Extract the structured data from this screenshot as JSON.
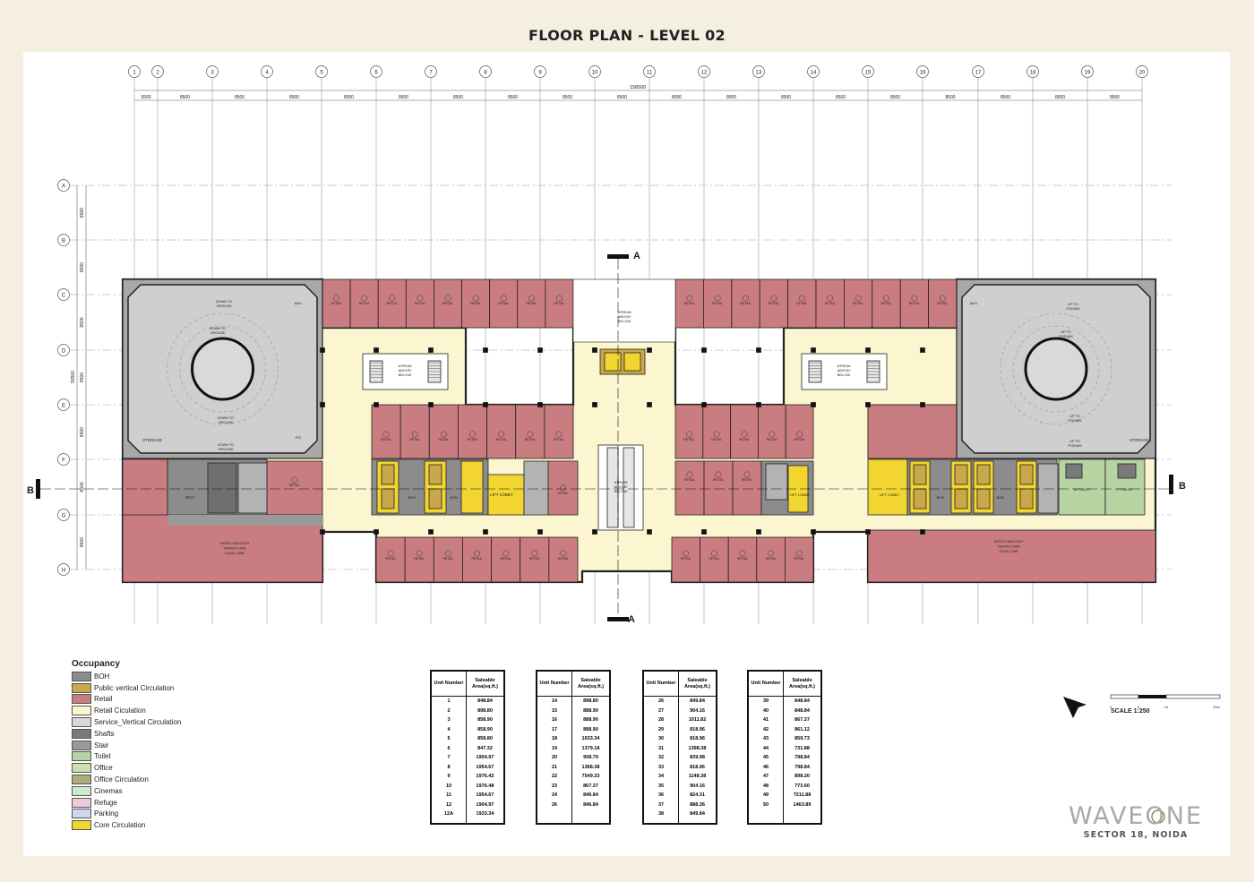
{
  "title": "FLOOR PLAN - LEVEL 02",
  "gridColumns": [
    "1",
    "2",
    "3",
    "4",
    "5",
    "6",
    "7",
    "8",
    "9",
    "10",
    "11",
    "12",
    "13",
    "14",
    "15",
    "16",
    "17",
    "18",
    "19",
    "20"
  ],
  "gridRows": [
    "A",
    "B",
    "C",
    "D",
    "E",
    "F",
    "G",
    "H"
  ],
  "dims": {
    "total": "158500",
    "spans": [
      "5500",
      "8500",
      "8500",
      "8500",
      "8500",
      "8500",
      "8500",
      "8500",
      "8500",
      "8500",
      "8500",
      "8500",
      "8500",
      "8500",
      "8500",
      "8500",
      "8500",
      "8500",
      "8500"
    ],
    "rows": [
      "8500",
      "8500",
      "8500",
      "8500",
      "8500",
      "8500",
      "8500"
    ],
    "totalRows": "59500"
  },
  "section": {
    "a": "A",
    "b": "B"
  },
  "labels": {
    "atrium": [
      "ATRIUM",
      "ABOVE/",
      "BELOW"
    ],
    "atriumAbove": [
      "ATRIUM",
      "ABOVE/",
      "BELOW"
    ],
    "liftLobby": "LIFT LOBBY",
    "boh": "BOH",
    "storage": "STORAGE",
    "retail": "RETAIL",
    "northAnchor": [
      "NORTH ANCHOR",
      "TENANT ONE",
      "LEVEL ONE"
    ],
    "southAnchor": [
      "SOUTH ANCHOR",
      "TENANT ONE",
      "LEVEL ONE"
    ],
    "downTo": [
      "DOWN TO",
      "GROUND"
    ],
    "upTo": [
      "UP TO",
      "PODIUM"
    ],
    "mToilet": "M TOILET",
    "fToilet": "F TOILET",
    "ahu": "AHU",
    "fig": "FIG",
    "scale": "SCALE 1:250",
    "scaleTicks": [
      "0",
      "5",
      "10",
      "20m"
    ]
  },
  "legend": {
    "title": "Occupancy",
    "items": [
      {
        "label": "BOH",
        "color": "#8c8c8c"
      },
      {
        "label": "Public vertical Circulation",
        "color": "#c8a84a"
      },
      {
        "label": "Retail",
        "color": "#c97d80"
      },
      {
        "label": "Retail Ciculation",
        "color": "#fbf6cf"
      },
      {
        "label": "Service_Vertical Circulation",
        "color": "#d8d8d8"
      },
      {
        "label": "Shafts",
        "color": "#7a7a7a"
      },
      {
        "label": "Stair",
        "color": "#9a9a9a"
      },
      {
        "label": "Toilet",
        "color": "#b6d4a2"
      },
      {
        "label": "Office",
        "color": "#cddfae"
      },
      {
        "label": "Office Circulation",
        "color": "#b0ab7b"
      },
      {
        "label": "Cinemas",
        "color": "#cfe8d0"
      },
      {
        "label": "Refuge",
        "color": "#efc9dd"
      },
      {
        "label": "Parking",
        "color": "#d1d5ee"
      },
      {
        "label": "Core Circulation",
        "color": "#f2d530"
      }
    ]
  },
  "tables": [
    {
      "h1": "Unit Number",
      "h2": "Saleable Area(sq.ft.)",
      "rows": [
        [
          "1",
          "848.84"
        ],
        [
          "2",
          "898.80"
        ],
        [
          "3",
          "858.90"
        ],
        [
          "4",
          "858.90"
        ],
        [
          "5",
          "858.80"
        ],
        [
          "6",
          "847.32"
        ],
        [
          "7",
          "1904.97"
        ],
        [
          "8",
          "1954.67"
        ],
        [
          "9",
          "1976.42"
        ],
        [
          "10",
          "1976.48"
        ],
        [
          "11",
          "1954.67"
        ],
        [
          "12",
          "1904.97"
        ],
        [
          "12A",
          "1933.34"
        ]
      ]
    },
    {
      "h1": "Unit Number",
      "h2": "Saleable Area(sq.ft.)",
      "rows": [
        [
          "14",
          "898.80"
        ],
        [
          "15",
          "888.90"
        ],
        [
          "16",
          "888.90"
        ],
        [
          "17",
          "888.90"
        ],
        [
          "18",
          "1633.34"
        ],
        [
          "19",
          "1379.18"
        ],
        [
          "20",
          "908.79"
        ],
        [
          "21",
          "1368.38"
        ],
        [
          "22",
          "7549.33"
        ],
        [
          "23",
          "867.37"
        ],
        [
          "24",
          "846.84"
        ],
        [
          "26",
          "846.84"
        ]
      ]
    },
    {
      "h1": "Unit Number",
      "h2": "Saleable Area(sq.ft.)",
      "rows": [
        [
          "26",
          "849.84"
        ],
        [
          "27",
          "904.16"
        ],
        [
          "28",
          "1011.82"
        ],
        [
          "29",
          "818.96"
        ],
        [
          "30",
          "818.96"
        ],
        [
          "31",
          "1398.38"
        ],
        [
          "32",
          "839.98"
        ],
        [
          "33",
          "818.96"
        ],
        [
          "34",
          "1148.38"
        ],
        [
          "35",
          "904.16"
        ],
        [
          "36",
          "824.31"
        ],
        [
          "37",
          "888.36"
        ],
        [
          "38",
          "849.84"
        ]
      ]
    },
    {
      "h1": "Unit Number",
      "h2": "Saleable Area(sq.ft.)",
      "rows": [
        [
          "39",
          "848.84"
        ],
        [
          "40",
          "848.84"
        ],
        [
          "41",
          "867.37"
        ],
        [
          "42",
          "861.12"
        ],
        [
          "43",
          "859.73"
        ],
        [
          "44",
          "731.88"
        ],
        [
          "45",
          "798.84"
        ],
        [
          "46",
          "798.84"
        ],
        [
          "47",
          "898.20"
        ],
        [
          "48",
          "773.60"
        ],
        [
          "49",
          "7211.88"
        ],
        [
          "50",
          "1463.89"
        ]
      ]
    }
  ],
  "logo": {
    "word": "WAVEONE",
    "sub": "SECTOR 18, NOIDA"
  },
  "colors": {
    "retail": "#c97d80",
    "circulation": "#fbf6cf",
    "core": "#f2d530",
    "boh": "#8c8c8c",
    "parking": "#c5c5c5",
    "toilet": "#b6d4a2"
  }
}
